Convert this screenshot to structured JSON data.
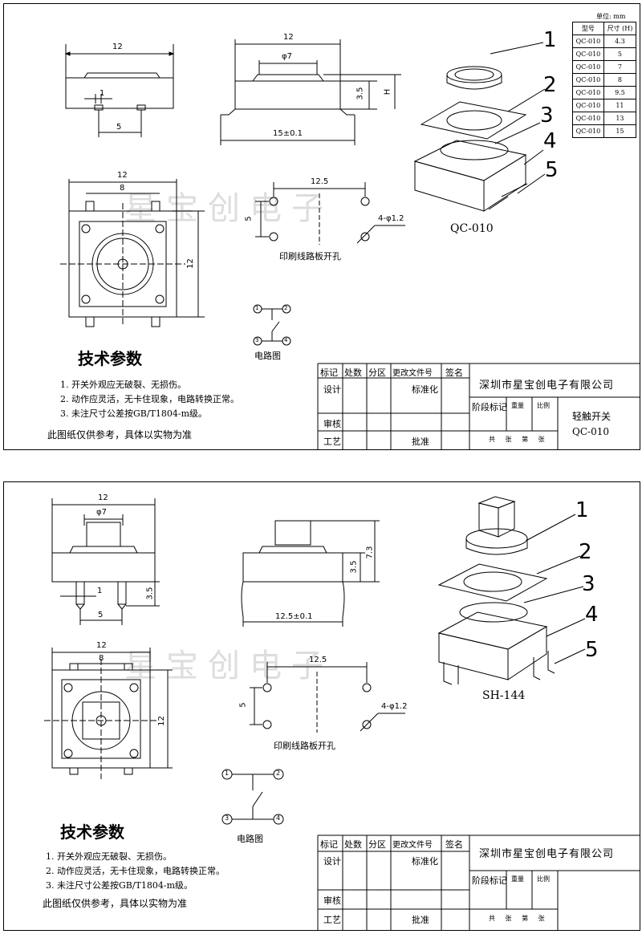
{
  "sheet1": {
    "watermark": "星宝创电子",
    "dims": {
      "side_width": "12",
      "pin_offset": "1",
      "pin_pitch": "5",
      "front_width": "12",
      "cap_dia": "φ7",
      "body_height": "3.5",
      "total_height": "H",
      "lead_span": "15±0.1",
      "top_width_outer": "12",
      "top_width_inner": "8",
      "top_height": "12",
      "pcb_pitch_x": "12.5",
      "pcb_pitch_y": "5",
      "pcb_holes": "4-φ1.2"
    },
    "pcb_label": "印刷线路板开孔",
    "circuit_label": "电路图",
    "circuit_nodes": [
      "1",
      "2",
      "3",
      "4"
    ],
    "model": "QC-010",
    "part_numbers": [
      "1",
      "2",
      "3",
      "4",
      "5"
    ],
    "spec_table": {
      "unit": "单位: mm",
      "headers": [
        "型号",
        "尺寸 (H)"
      ],
      "rows": [
        [
          "QC-010",
          "4.3"
        ],
        [
          "QC-010",
          "5"
        ],
        [
          "QC-010",
          "7"
        ],
        [
          "QC-010",
          "8"
        ],
        [
          "QC-010",
          "9.5"
        ],
        [
          "QC-010",
          "11"
        ],
        [
          "QC-010",
          "13"
        ],
        [
          "QC-010",
          "15"
        ]
      ]
    },
    "tech": {
      "title": "技术参数",
      "notes": [
        "1. 开关外观应无破裂、无损伤。",
        "2. 动作应灵活，无卡住现象，电路转换正常。",
        "3. 未注尺寸公差按GB/T1804-m级。"
      ],
      "disclaimer": "此图纸仅供参考，具体以实物为准"
    },
    "title_block": {
      "head": [
        "标记",
        "处数",
        "分区",
        "更改文件号",
        "签名"
      ],
      "design": "设计",
      "standard": "标准化",
      "review": "审核",
      "process": "工艺",
      "approve": "批准",
      "company": "深圳市星宝创电子有限公司",
      "stage": "阶段标记",
      "weight": "重量",
      "scale": "比例",
      "product": "轻触开关",
      "product_model": "QC-010",
      "pages": "共 张 第 张"
    }
  },
  "sheet2": {
    "watermark": "星宝创电子",
    "dims": {
      "side_width": "12",
      "cap_dia": "φ7",
      "pin_offset": "1",
      "pin_len": "3.5",
      "pin_pitch": "5",
      "body_height": "3.5",
      "total_height": "7.3",
      "lead_span": "12.5±0.1",
      "top_width_outer": "12",
      "top_width_inner": "8",
      "top_height": "12",
      "pcb_pitch_x": "12.5",
      "pcb_pitch_y": "5",
      "pcb_holes": "4-φ1.2"
    },
    "pcb_label": "印刷线路板开孔",
    "circuit_label": "电路图",
    "circuit_nodes": [
      "1",
      "2",
      "3",
      "4"
    ],
    "model": "SH-144",
    "part_numbers": [
      "1",
      "2",
      "3",
      "4",
      "5"
    ],
    "tech": {
      "title": "技术参数",
      "notes": [
        "1. 开关外观应无破裂、无损伤。",
        "2. 动作应灵活，无卡住现象，电路转换正常。",
        "3. 未注尺寸公差按GB/T1804-m级。"
      ],
      "disclaimer": "此图纸仅供参考，具体以实物为准"
    },
    "title_block": {
      "head": [
        "标记",
        "处数",
        "分区",
        "更改文件号",
        "签名"
      ],
      "design": "设计",
      "standard": "标准化",
      "review": "审核",
      "process": "工艺",
      "approve": "批准",
      "company": "深圳市星宝创电子有限公司",
      "stage": "阶段标记",
      "weight": "重量",
      "scale": "比例",
      "pages": "共 张 第 张"
    }
  }
}
